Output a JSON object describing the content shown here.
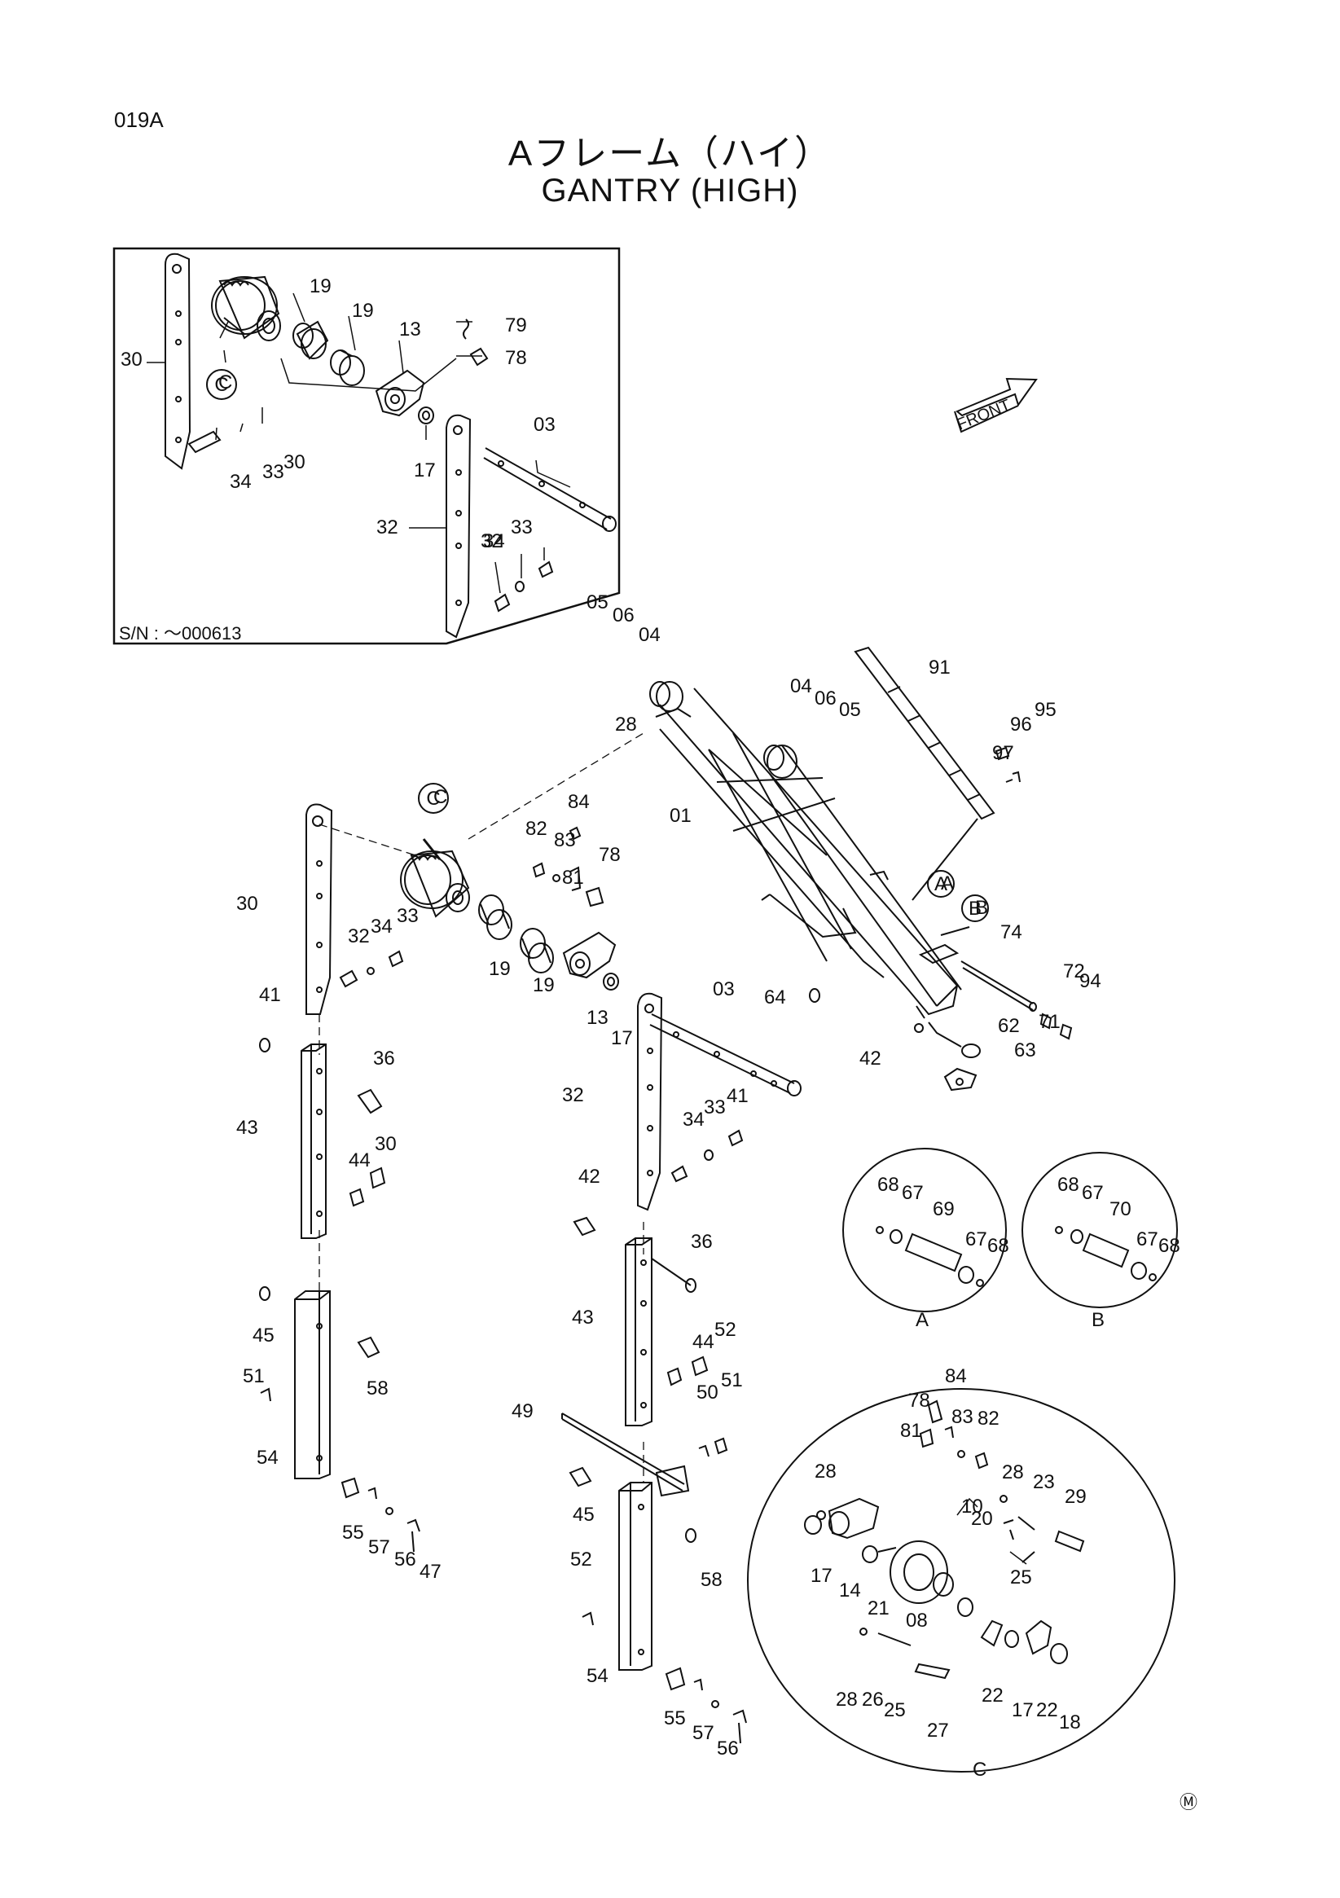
{
  "header": {
    "page_code": "019A",
    "title_jp": "Aフレーム（ハイ）",
    "title_en": "GANTRY (HIGH)"
  },
  "inset": {
    "serial_note": "S/N : ～000613"
  },
  "front_arrow": {
    "label": "FRONT"
  },
  "detail_labels": {
    "a": "A",
    "b": "B",
    "c": "C"
  },
  "maker_mark": "Ⓜ",
  "callouts": {
    "inset": [
      "19",
      "19",
      "13",
      "79",
      "78",
      "30",
      "C",
      "03",
      "17",
      "32",
      "34",
      "33",
      "30",
      "32",
      "34",
      "33"
    ],
    "main": [
      "05",
      "06",
      "04",
      "28",
      "91",
      "04",
      "06",
      "05",
      "97",
      "96",
      "95",
      "01",
      "84",
      "82",
      "83",
      "78",
      "81",
      "C",
      "30",
      "32",
      "34",
      "33",
      "19",
      "19",
      "13",
      "17",
      "03",
      "A",
      "B",
      "74",
      "71",
      "72",
      "94",
      "64",
      "62",
      "63",
      "42",
      "41",
      "36",
      "43",
      "44",
      "30",
      "32",
      "34",
      "33",
      "41",
      "42",
      "36",
      "43",
      "44",
      "52",
      "45",
      "51",
      "58",
      "54",
      "55",
      "57",
      "56",
      "47",
      "49",
      "50",
      "51",
      "45",
      "52",
      "58",
      "54",
      "55",
      "57",
      "56"
    ],
    "detail_a": [
      "68",
      "67",
      "69",
      "67",
      "68"
    ],
    "detail_b": [
      "68",
      "67",
      "70",
      "67",
      "68"
    ],
    "detail_c": [
      "84",
      "78",
      "83",
      "82",
      "81",
      "28",
      "28",
      "23",
      "29",
      "10",
      "20",
      "17",
      "14",
      "21",
      "08",
      "25",
      "28",
      "26",
      "25",
      "27",
      "22",
      "17",
      "22",
      "18"
    ]
  }
}
